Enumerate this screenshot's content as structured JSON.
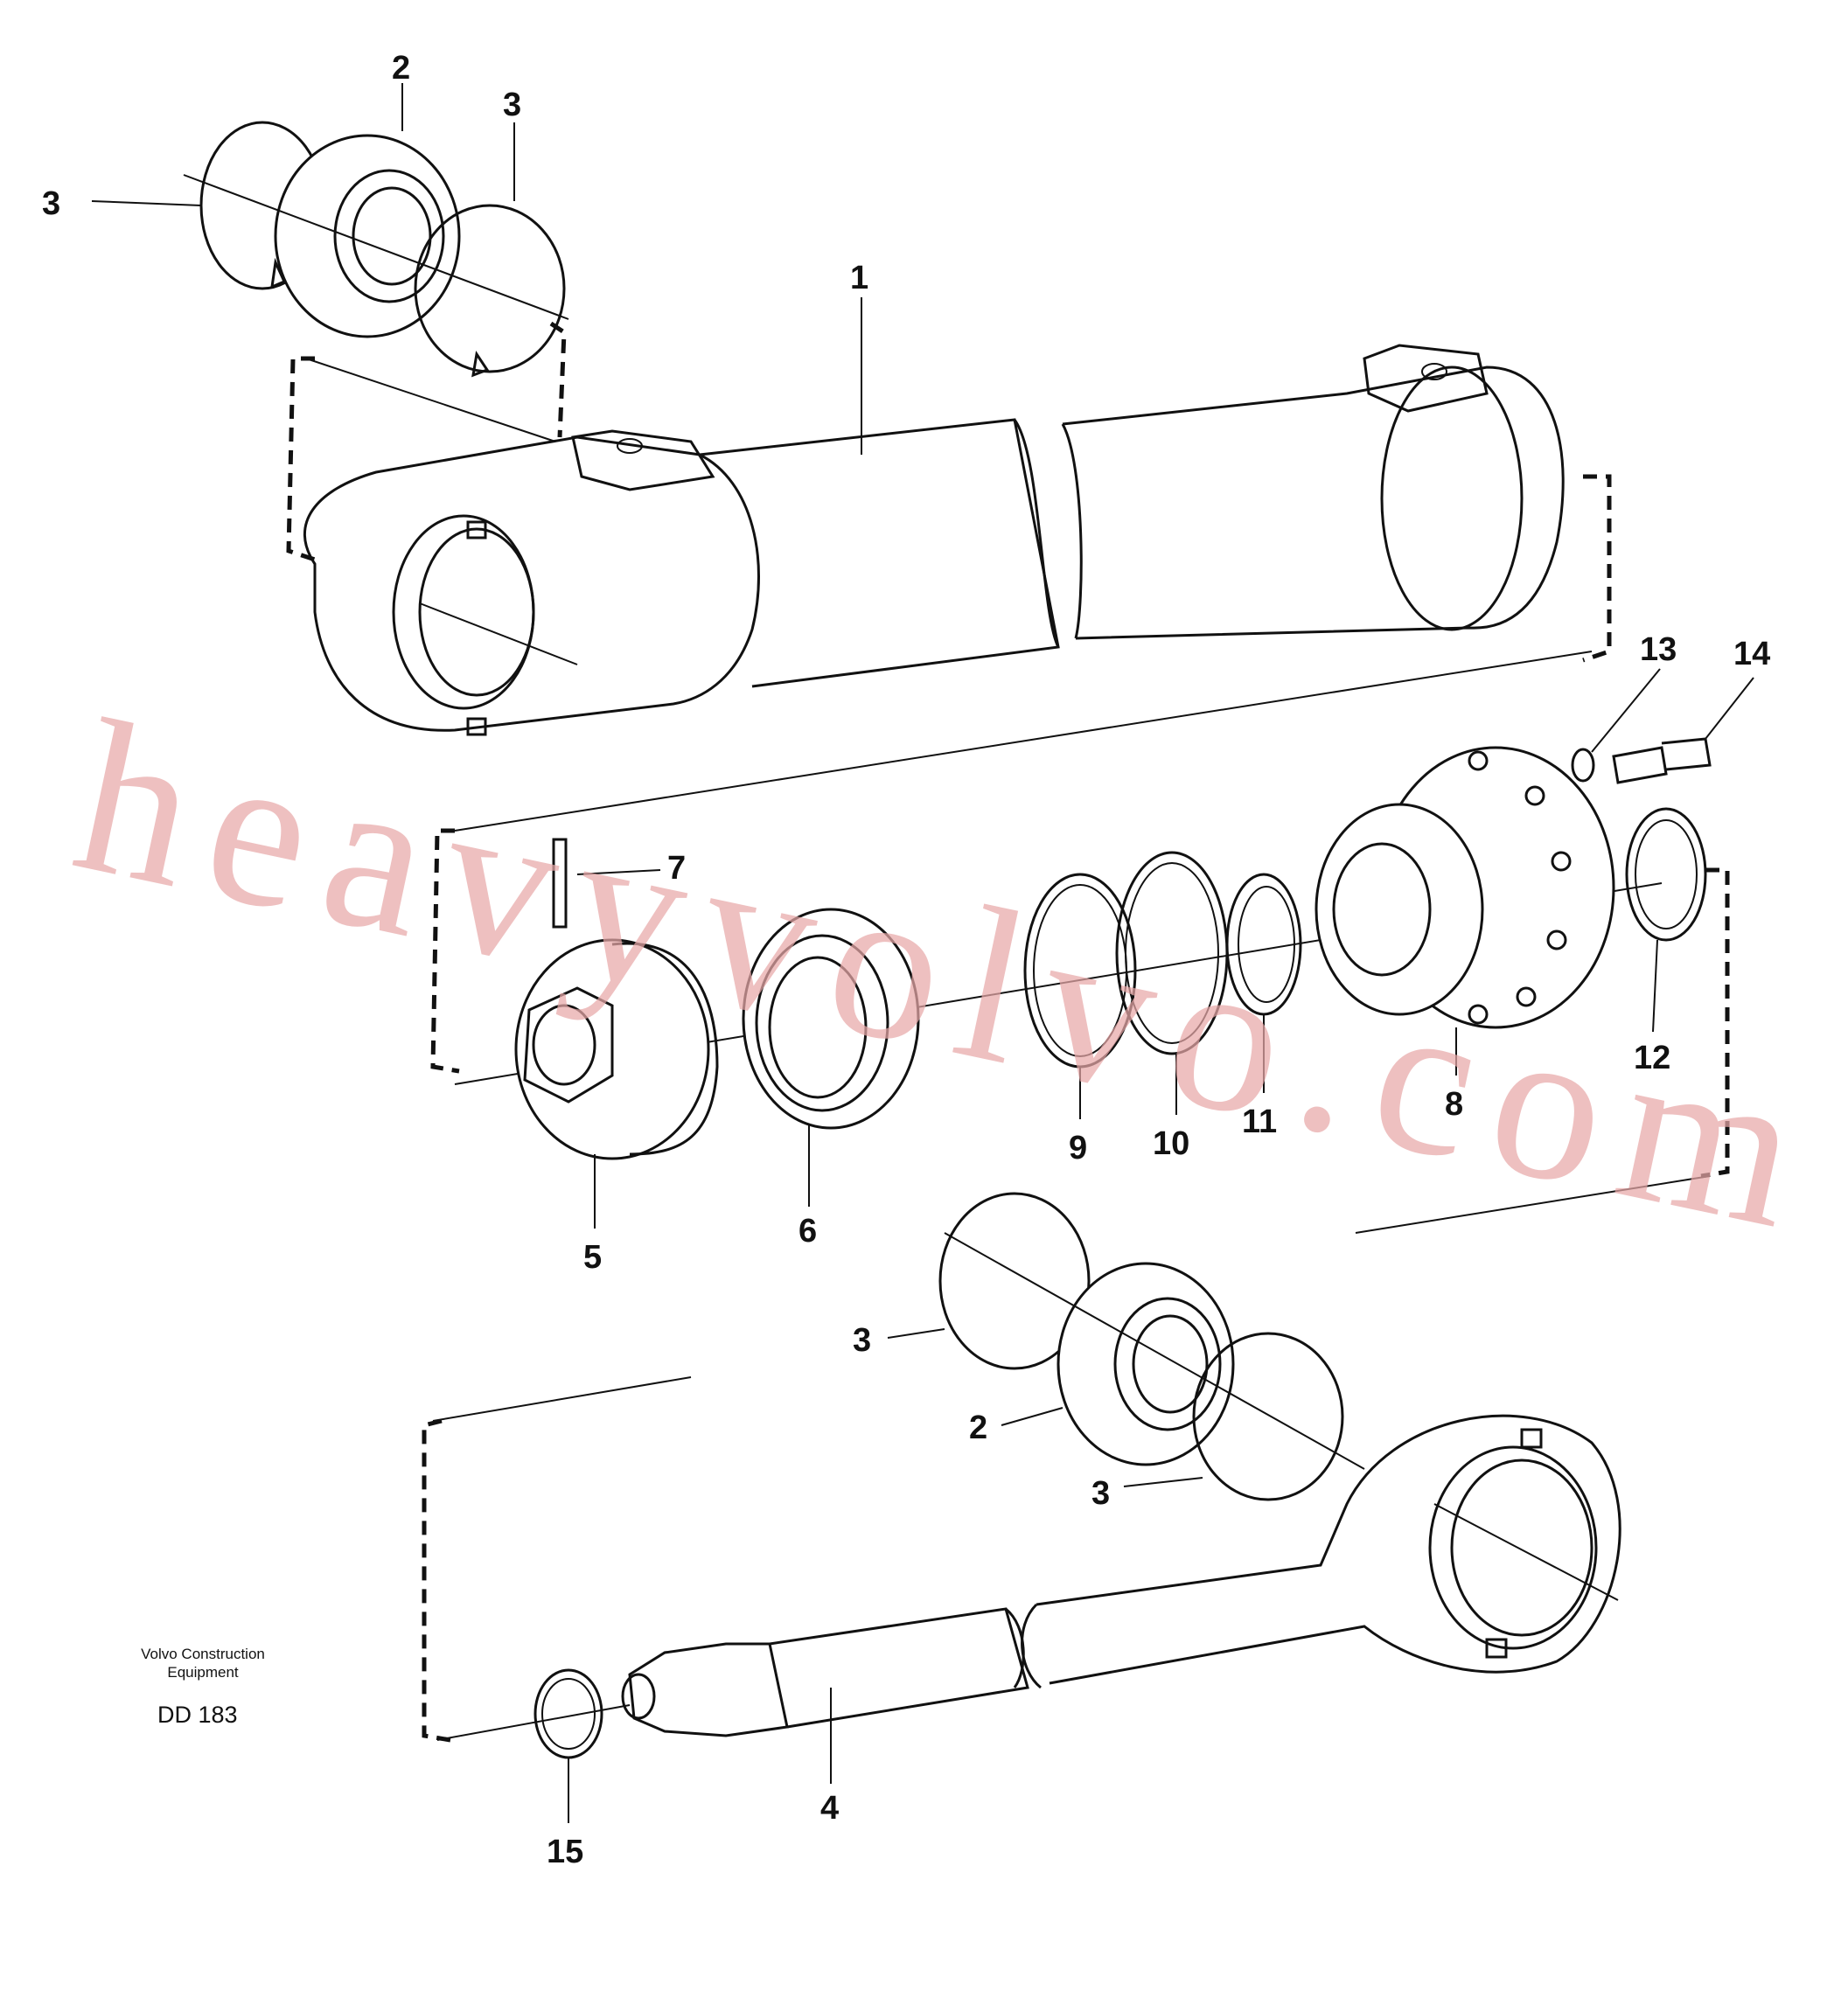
{
  "callouts": {
    "c1": "1",
    "c2_top": "2",
    "c2_bottom": "2",
    "c3_top_left": "3",
    "c3_top_right": "3",
    "c3_mid": "3",
    "c3_bottom": "3",
    "c4": "4",
    "c5": "5",
    "c6": "6",
    "c7": "7",
    "c8": "8",
    "c9": "9",
    "c10": "10",
    "c11": "11",
    "c12": "12",
    "c13": "13",
    "c14": "14",
    "c15": "15"
  },
  "credit": {
    "line1": "Volvo Construction",
    "line2": "Equipment",
    "code": "DD 183"
  },
  "watermark": "heavyvolvo.com"
}
